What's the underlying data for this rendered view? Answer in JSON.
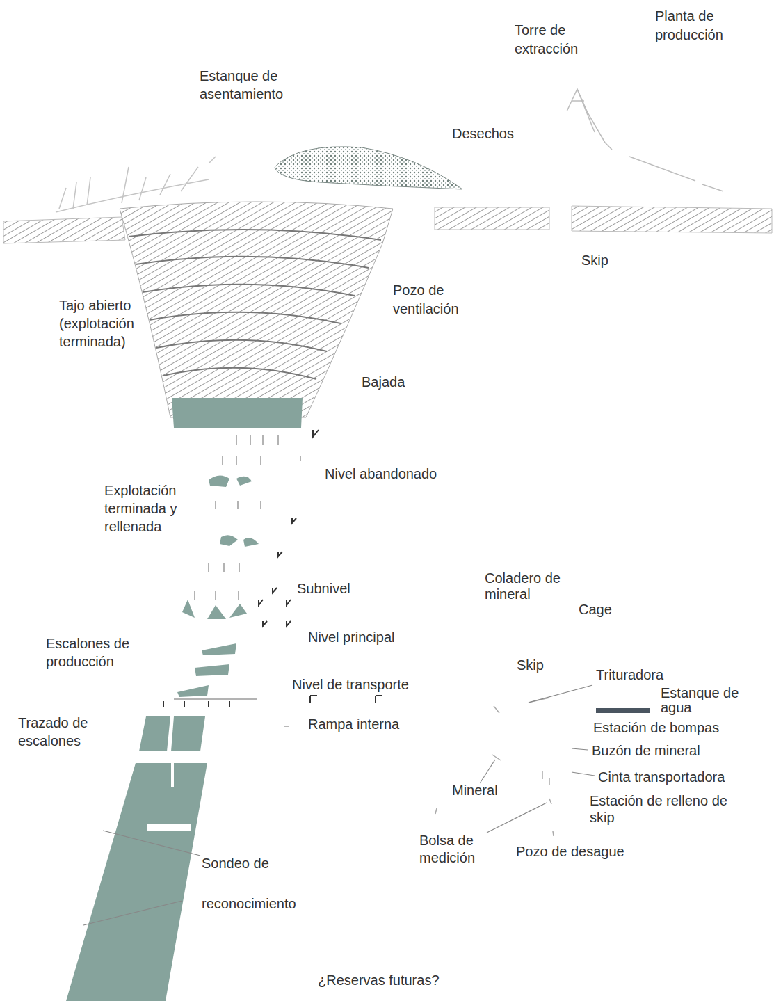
{
  "diagram": {
    "labels": [
      "Planta de producción",
      "Torre de extracción",
      "Estanque de asentamiento",
      "Desechos",
      "Skip",
      "Pozo de ventilación",
      "Tajo abierto (explotación terminada)",
      "Bajada",
      "Nivel abandonado",
      "Explotación terminada y rellenada",
      "Subnivel",
      "Coladero de mineral",
      "Cage",
      "Nivel principal",
      "Escalones de producción",
      "Skip",
      "Trituradora",
      "Estanque de agua",
      "Nivel de transporte",
      "Rampa interna",
      "Estación de bompas",
      "Trazado de escalones",
      "Buzón de mineral",
      "Cinta transportadora",
      "Mineral",
      "Estación de relleno de skip",
      "Bolsa de medición",
      "Pozo de desague",
      "Sondeo de reconocimiento",
      "¿Reservas futuras?"
    ]
  }
}
